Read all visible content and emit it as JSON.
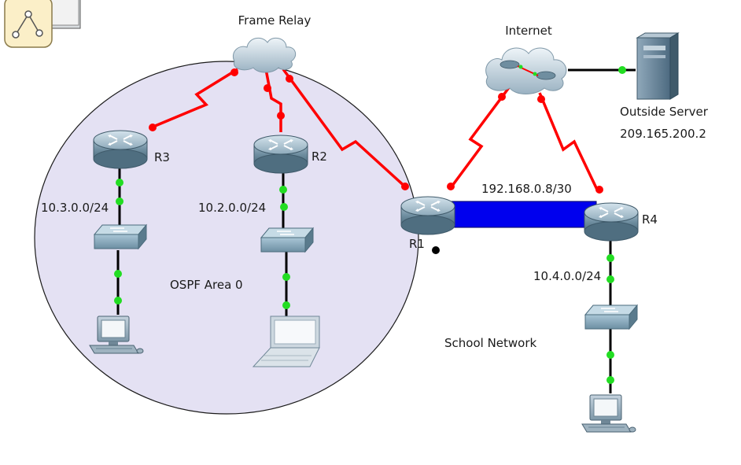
{
  "clouds": {
    "frame_relay": "Frame Relay",
    "internet": "Internet"
  },
  "routers": {
    "r1": "R1",
    "r2": "R2",
    "r3": "R3",
    "r4": "R4"
  },
  "networks": {
    "r3_lan": "10.3.0.0/24",
    "r2_lan": "10.2.0.0/24",
    "r4_lan": "10.4.0.0/24",
    "r1_r4_link": "192.168.0.8/30"
  },
  "areas": {
    "ospf": "OSPF Area 0",
    "school": "School Network"
  },
  "server": {
    "name": "Outside Server",
    "ip": "209.165.200.2"
  },
  "colors": {
    "serial_link": "#ff0000",
    "ethernet_link": "#000000",
    "link_up_dot": "#00cc00",
    "highlight_link": "#0000ee",
    "ospf_area_fill": "#e4e1f3"
  },
  "icons": {
    "corner": "topology-app-icon",
    "router": "router-icon",
    "switch": "switch-icon",
    "pc": "desktop-pc-icon",
    "laptop": "laptop-icon",
    "server": "server-icon",
    "cloud": "cloud-icon"
  }
}
